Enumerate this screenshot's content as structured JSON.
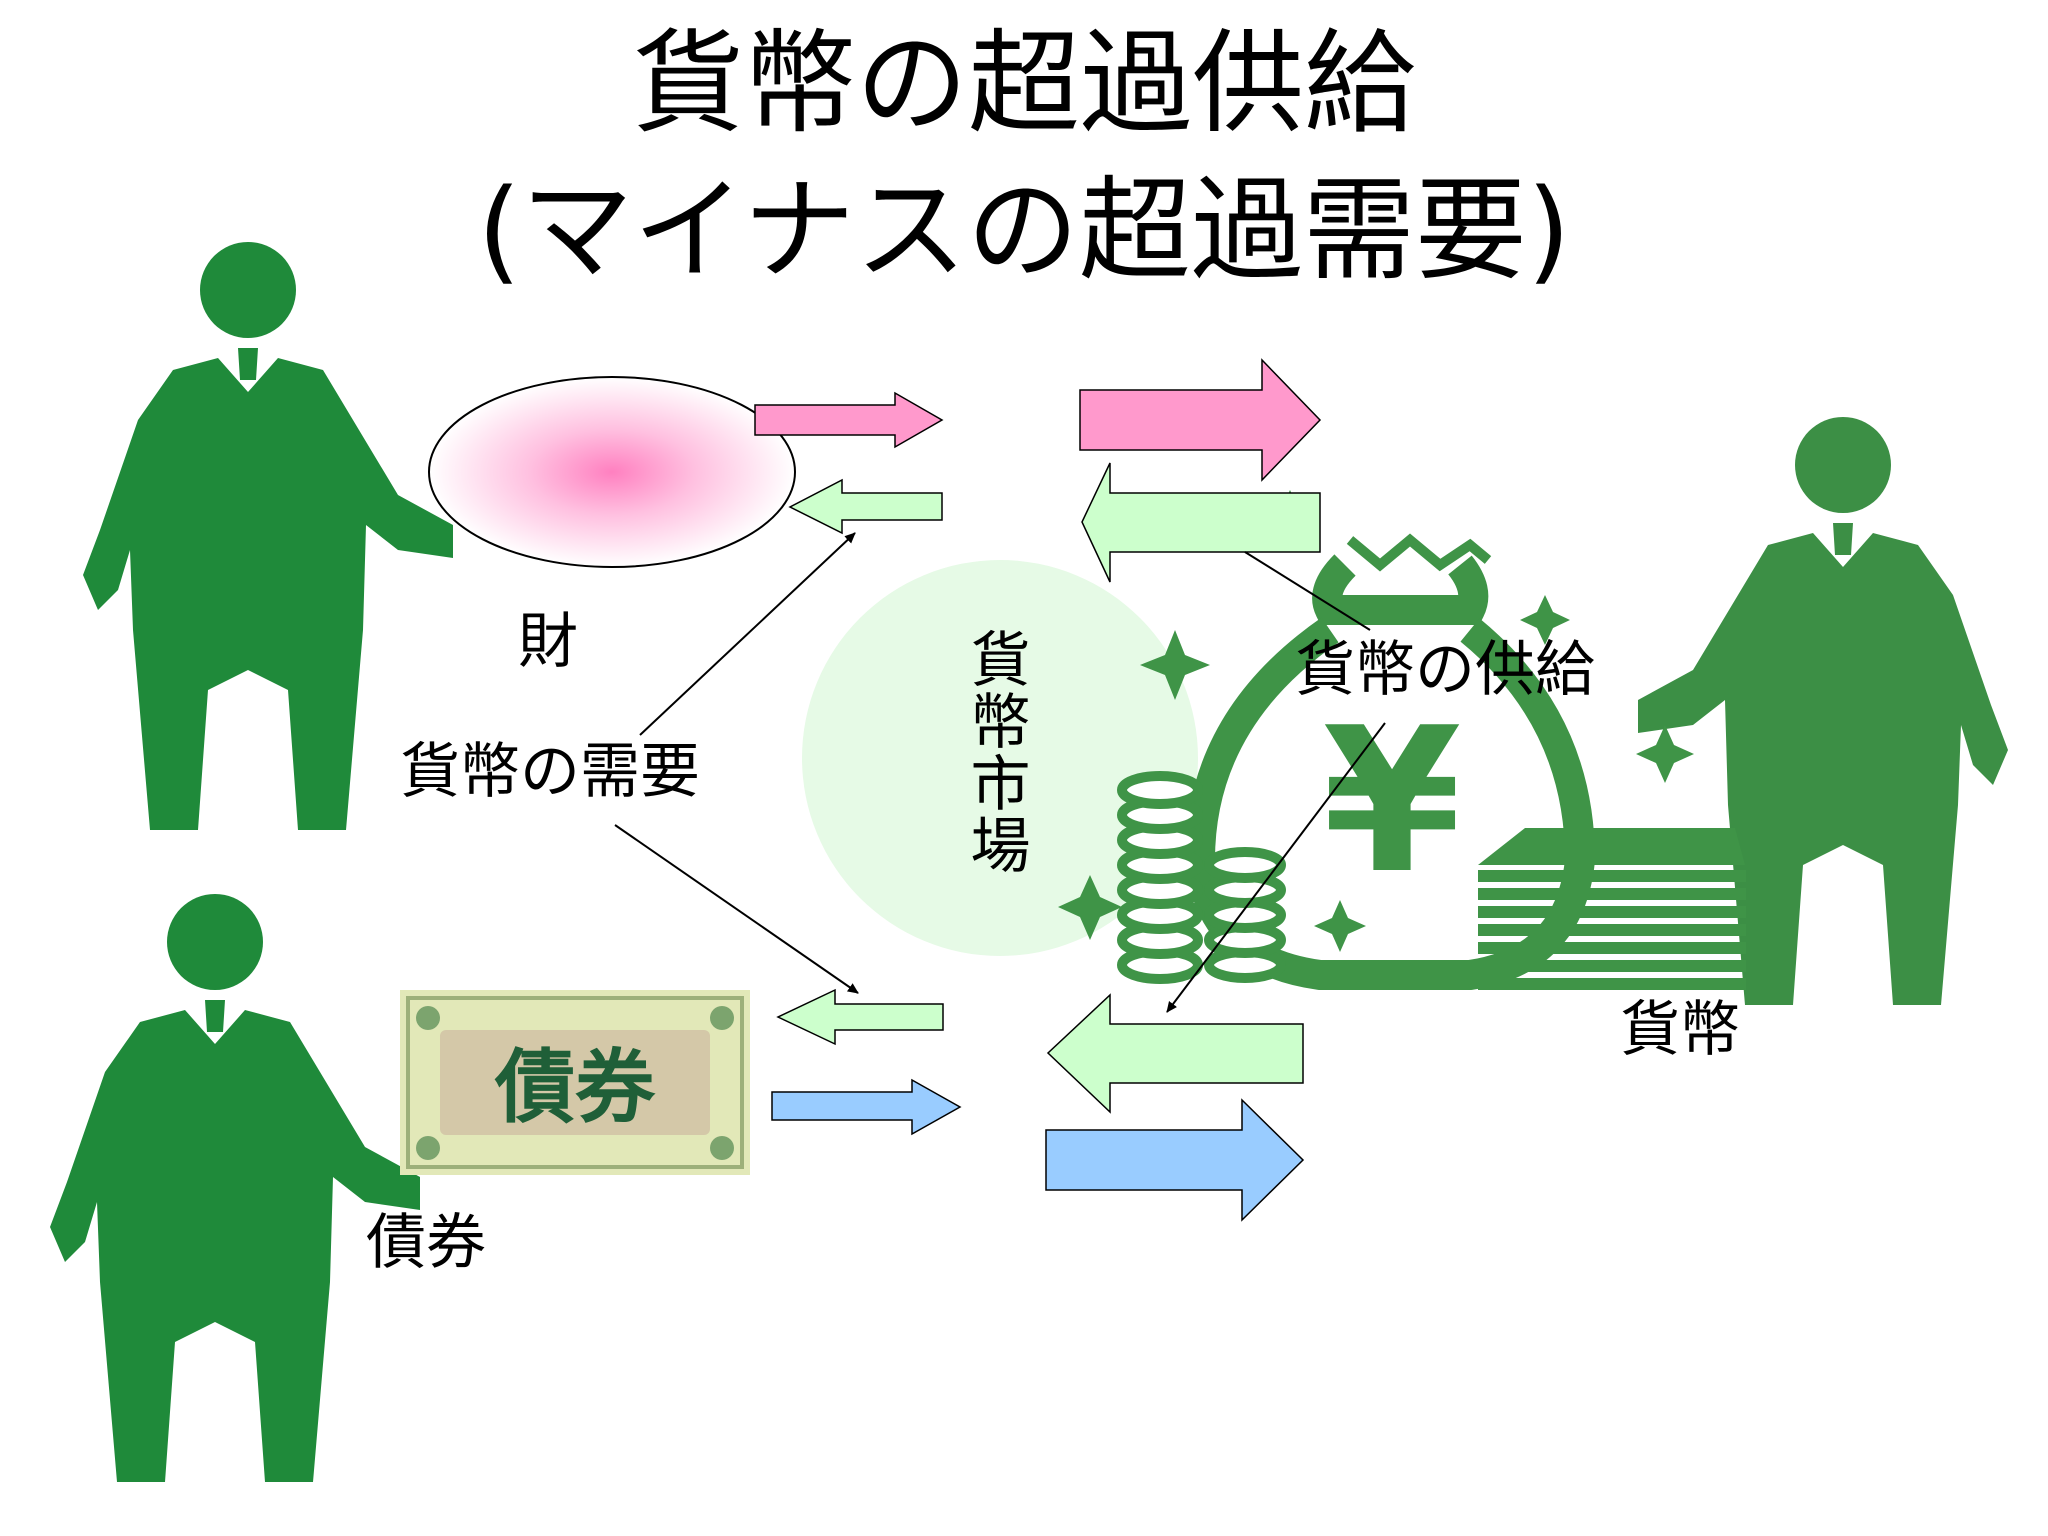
{
  "title": {
    "line1": "貨幣の超過供給",
    "line2": "(マイナスの超過需要)"
  },
  "labels": {
    "goods": "財",
    "bond": "債券",
    "bond_ticket": "債券",
    "money_demand": "貨幣の需要",
    "money_supply": "貨幣の供給",
    "money_market": "貨幣市場",
    "money": "貨幣",
    "yen": "¥"
  },
  "colors": {
    "person_left": "#1f8a3a",
    "person_right": "#3c8f45",
    "goods_arrow": "#ff99cc",
    "money_arrow": "#ccffcc",
    "bond_arrow": "#99ccff",
    "market_circle": "#e6fae6",
    "money_icon": "#3f9447"
  },
  "icons": [
    "person-icon",
    "goods-ellipse-icon",
    "bond-ticket-icon",
    "money-bag-icon",
    "coin-stack-icon",
    "banknote-stack-icon",
    "sparkle-icon"
  ]
}
